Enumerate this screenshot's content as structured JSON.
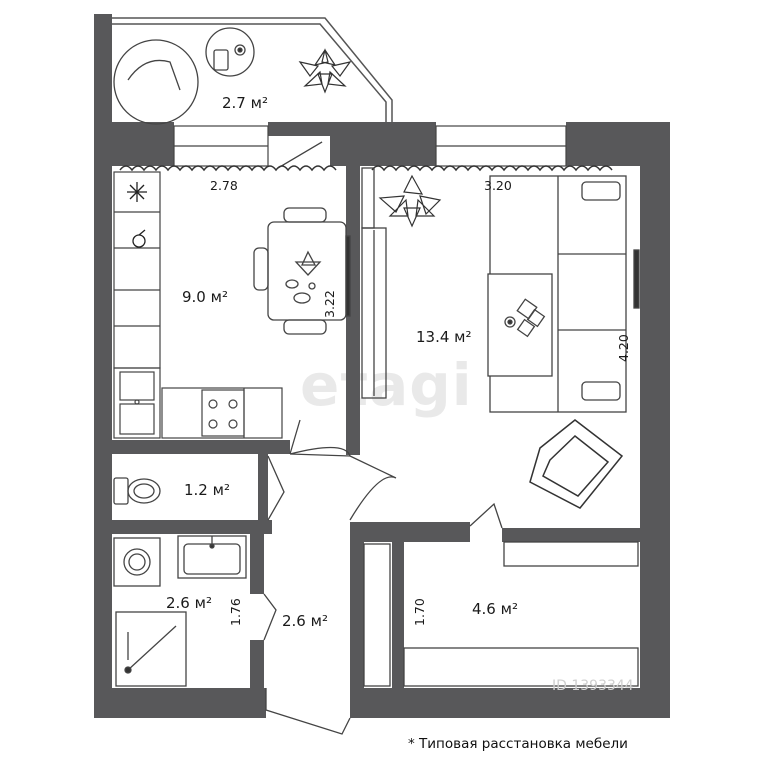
{
  "rooms": {
    "balcony": "2.7 м²",
    "kitchen": "9.0 м²",
    "living": "13.4 м²",
    "toilet": "1.2 м²",
    "bathroom": "2.6 м²",
    "hall": "2.6 м²",
    "storage": "4.6 м²"
  },
  "dimensions": {
    "kitchen_width": "2.78",
    "kitchen_depth": "3.22",
    "living_width": "3.20",
    "living_depth": "4.20",
    "bath_width": "1.76",
    "storage_depth": "1.70"
  },
  "watermark": "etagi",
  "listing_id": "ID 1393344",
  "footnote": "* Типовая расстановка мебели",
  "colors": {
    "wall": "#58585a",
    "line": "#444444",
    "watermark": "#d8d8d8"
  }
}
